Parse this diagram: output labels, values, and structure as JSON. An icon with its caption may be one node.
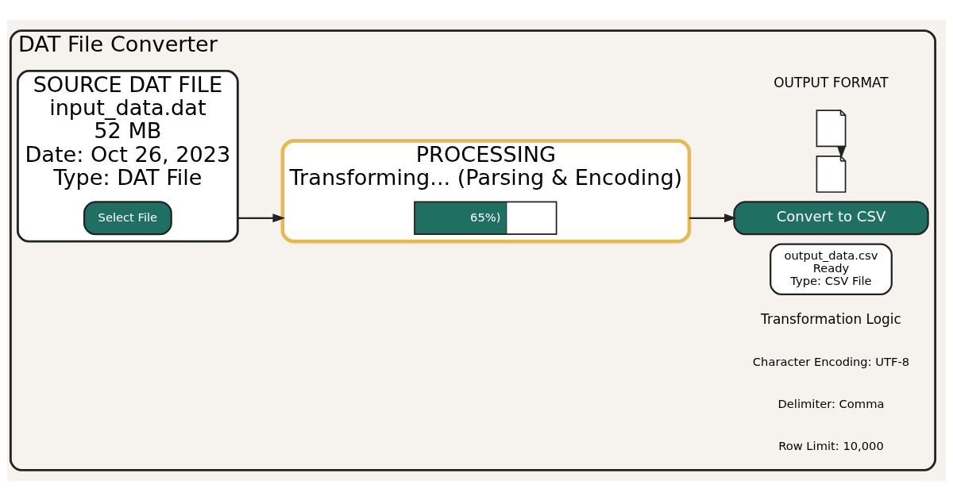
{
  "diagram": {
    "nodes": [
      {
        "text": [
          "DAT File Converter"
        ]
      },
      {
        "text": [
          "SOURCE DAT FILE",
          "input_data.dat",
          "52 MB",
          "Date: Oct 26, 2023",
          "Type: DAT File"
        ],
        "in": 0
      },
      {
        "text": [
          "Select File"
        ],
        "in": 1
      },
      {
        "text": [
          "PROCESSING",
          "Transforming... (Parsing & Encoding)"
        ],
        "in": 0
      },
      {
        "text": [
          "65%)"
        ],
        "in": 3
      },
      {
        "text": [],
        "shape": "note",
        "in": 0
      },
      {
        "text": [],
        "shape": "note",
        "in": 0
      },
      {
        "text": [
          "Convert to CSV"
        ],
        "in": 0
      },
      {
        "text": [
          "output_data.csv",
          "Ready",
          "Type: CSV File"
        ],
        "in": 0
      }
    ],
    "edges": [
      {
        "from": 1,
        "to": 3,
        "arrow": "to"
      },
      {
        "from": 3,
        "to": 7,
        "arrow": "to"
      },
      {
        "from": 5,
        "to": 6,
        "arrow": "to"
      }
    ],
    "labels": [
      "OUTPUT FORMAT",
      "Transformation Logic",
      "Character Encoding: UTF-8",
      "Delimiter: Comma",
      "Row Limit: 10,000"
    ]
  }
}
